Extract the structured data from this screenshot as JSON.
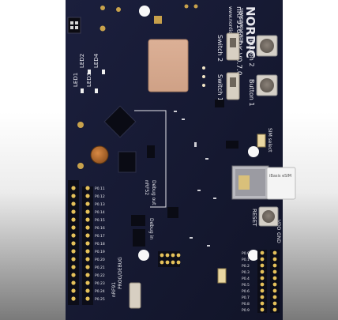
{
  "board": {
    "brand": "NORDIC",
    "brand_sub": "SEMICONDUCTOR",
    "model": "nRF9160 DK V0.7.0",
    "url": "www.nordicsemi.com",
    "buttons": [
      "Button 2",
      "Button 1"
    ],
    "switches": [
      "Switch 2",
      "Switch 1"
    ],
    "leds": [
      "LED1",
      "LED2",
      "LED3",
      "LED4"
    ],
    "sim_select": "SIM select",
    "esim_card": "iBasis eSIM",
    "reset": "RESET",
    "debug_in": "Debug in",
    "debug_out": "Debug out",
    "nrf52_label": "nRF52",
    "nrf91_label": "nRF91",
    "prog_debug": "PROG/DEBUG",
    "vdd": "VDD",
    "gnd": "GND",
    "left_pins": [
      "P0.11",
      "P0.12",
      "P0.13",
      "P0.14",
      "P0.15",
      "P0.16",
      "P0.17",
      "P0.18",
      "P0.19",
      "P0.20",
      "P0.21",
      "P0.22",
      "P0.23",
      "P0.24",
      "P0.25"
    ],
    "right_pins": [
      "P0.0",
      "P0.1",
      "P0.2",
      "P0.3",
      "P0.4",
      "P0.5",
      "P0.6",
      "P0.7",
      "P0.8",
      "P0.9"
    ]
  },
  "colors": {
    "pcb": "#151833",
    "silkscreen": "#e8e8ee",
    "gold": "#e5c15a",
    "module": "#d7a98c",
    "tactile_button": "#a59b90",
    "switch_body": "#d7cfc2",
    "background_top": "#ffffff",
    "background_bottom": "#7a7a7a"
  }
}
